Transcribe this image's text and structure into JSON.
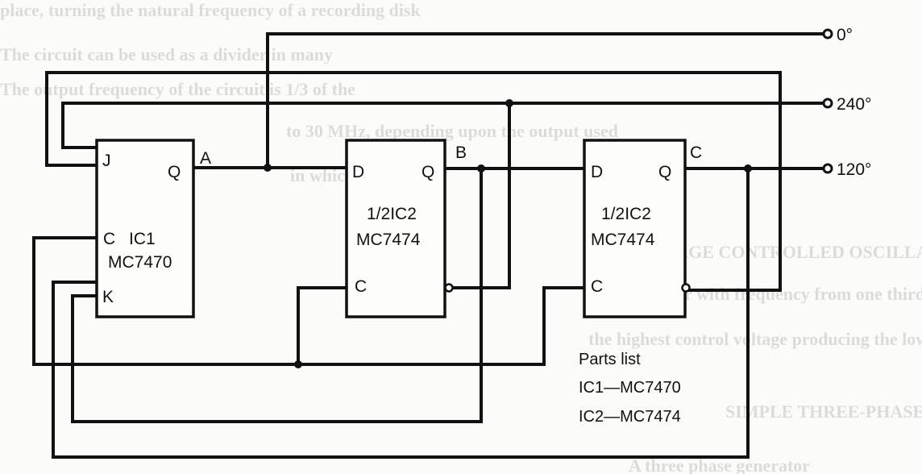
{
  "bleed_through_text": [
    "place, turning the natural frequency of a recording disk",
    "The circuit can be used as a divider in many",
    "The output frequency of the circuit is 1/3 of the",
    "to 30 MHz, depending upon the output used",
    "in which it is used.",
    "VOLTAGE CONTROLLED OSCILLATOR",
    "The oscillator with frequency from one third of its",
    "the highest control voltage producing the lowest output",
    "SIMPLE THREE-PHASE GENERATOR",
    "A three phase generator"
  ],
  "ic1": {
    "j": "J",
    "q": "Q",
    "c": "C",
    "k": "K",
    "name": "IC1",
    "part": "MC7470"
  },
  "ff2": {
    "d": "D",
    "q": "Q",
    "c": "C",
    "name": "1/2IC2",
    "part": "MC7474"
  },
  "ff3": {
    "d": "D",
    "q": "Q",
    "c": "C",
    "name": "1/2IC2",
    "part": "MC7474"
  },
  "nodes": {
    "a": "A",
    "b": "B",
    "c": "C"
  },
  "outputs": {
    "p0": "0°",
    "p240": "240°",
    "p120": "120°"
  },
  "parts_list": {
    "title": "Parts list",
    "items": [
      "IC1—MC7470",
      "IC2—MC7474"
    ]
  }
}
